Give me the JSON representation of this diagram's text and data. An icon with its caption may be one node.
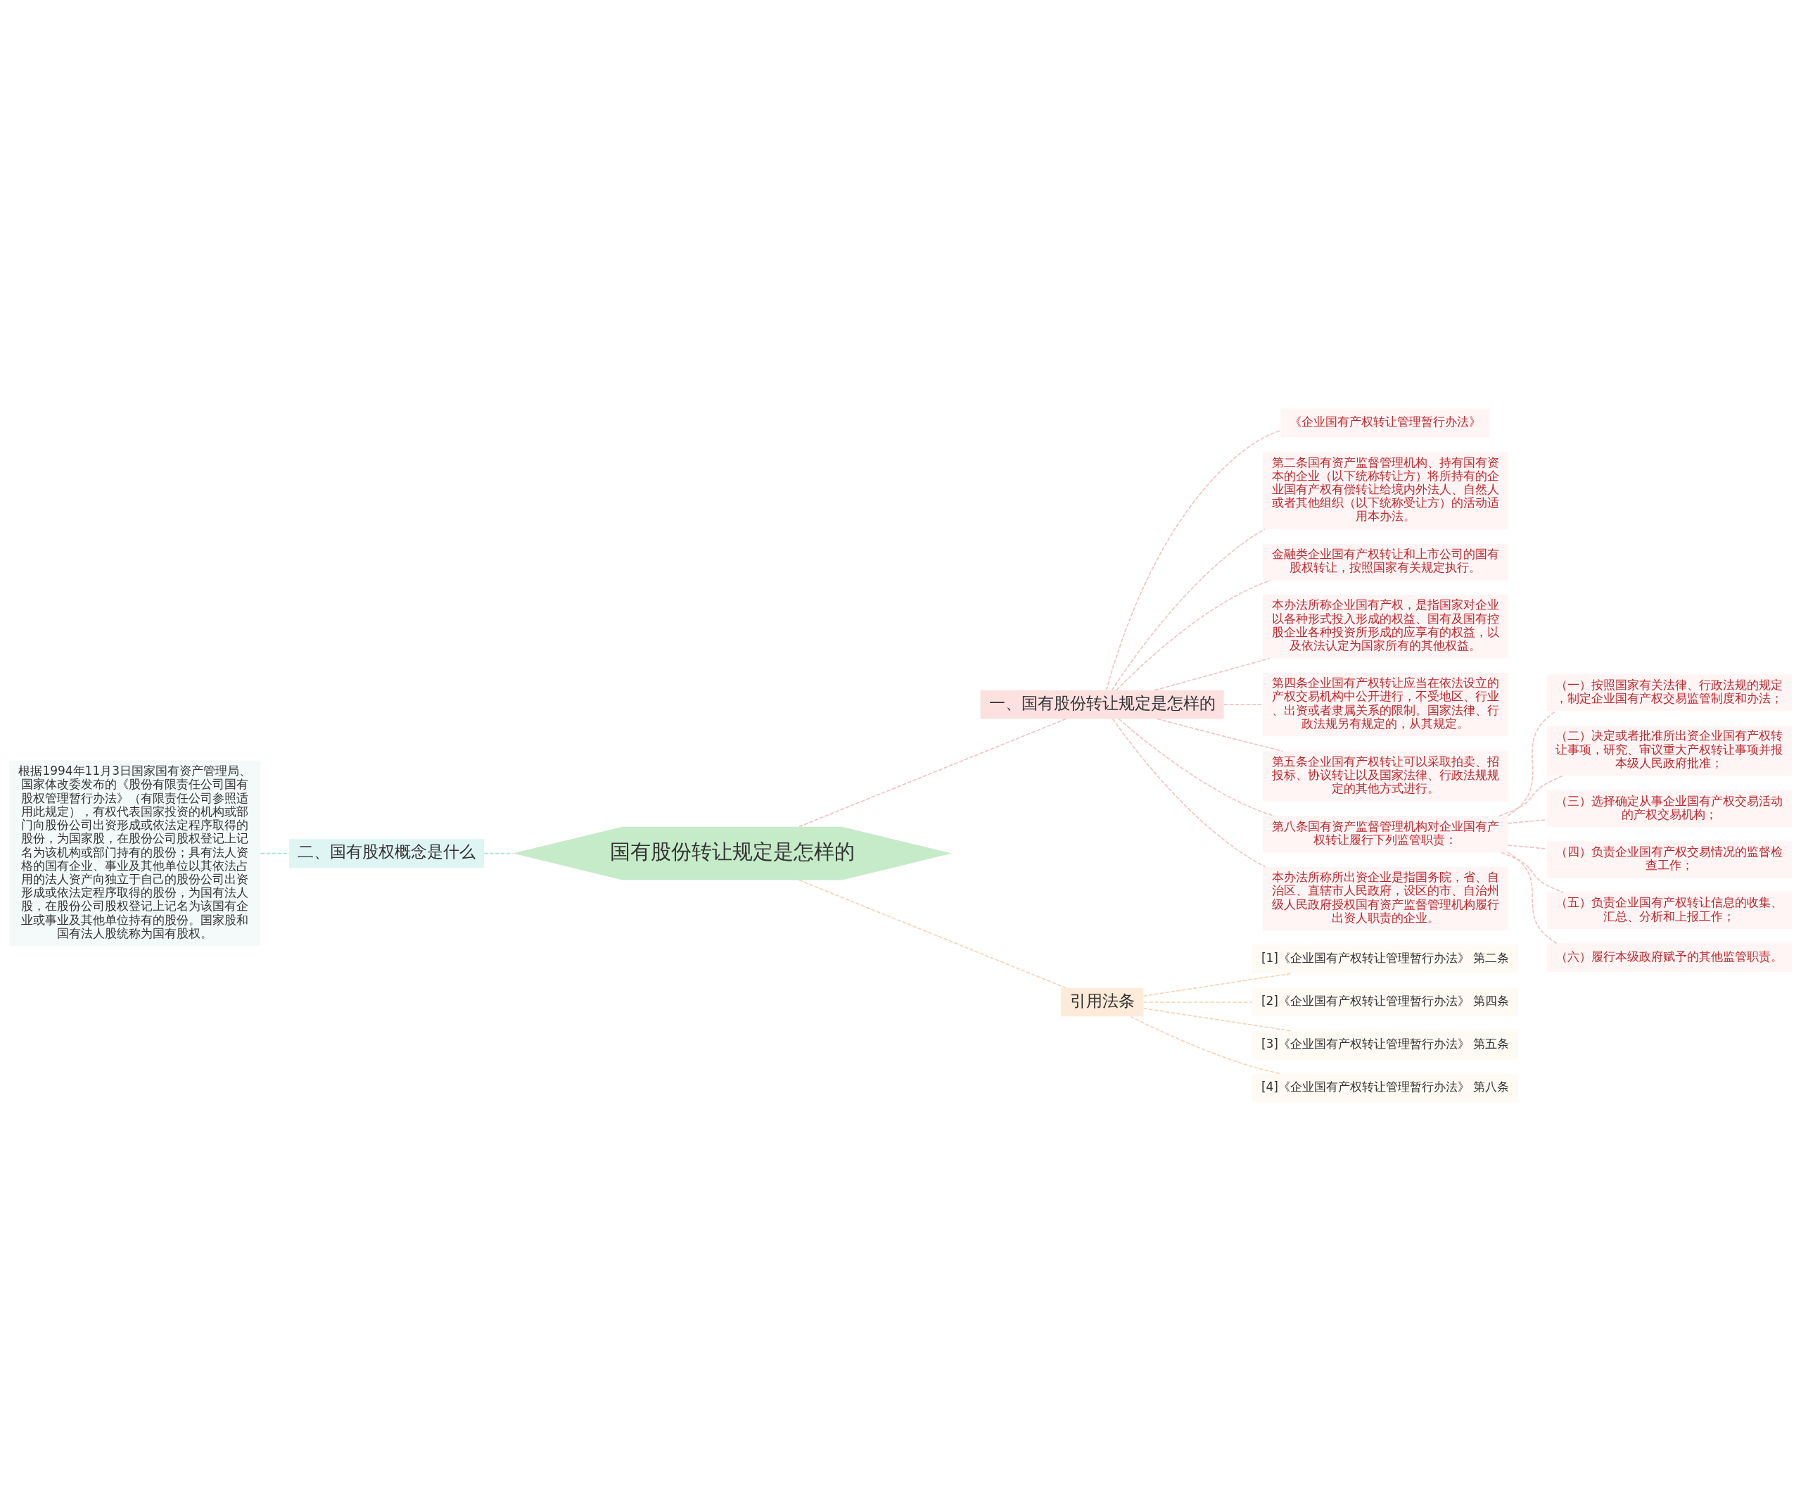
{
  "diagram": {
    "nodes": [
      {
        "text": [
          "国有股份转让规定是怎样的"
        ]
      },
      {
        "text": [
          "二、国有股权概念是什么"
        ]
      },
      {
        "text": [
          "根据1994年11月3日国家国有资产管理局、国家体改委发布的《股份有限责任公司国有股权管理暂行办法》（有限责任公司参照适用此规定），有权代表国家投资的机构或部门向股份公司出资形成或依法定程序取得的股份，为国家股，在股份公司股权登记上记名为该机构或部门持有的股份；具有法人资格的国有企业、事业及其他单位以其依法占用的法人资产向独立于自己的股份公司出资形成或依法定程序取得的股份，为国有法人股，在股份公司股权登记上记名为该国有企业或事业及其他单位持有的股份。国家股和国有法人股统称为国有股权。"
        ]
      },
      {
        "text": [
          "一、国有股份转让规定是怎样的"
        ]
      },
      {
        "text": [
          "《企业国有产权转让管理暂行办法》"
        ]
      },
      {
        "text": [
          "第二条国有资产监督管理机构、持有国有资本的企业（以下统称转让方）将所持有的企业国有产权有偿转让给境内外法人、自然人或者其他组织（以下统称受让方）的活动适用本办法。"
        ]
      },
      {
        "text": [
          "金融类企业国有产权转让和上市公司的国有股权转让，按照国家有关规定执行。"
        ]
      },
      {
        "text": [
          "本办法所称企业国有产权，是指国家对企业以各种形式投入形成的权益、国有及国有控股企业各种投资所形成的应享有的权益，以及依法认定为国家所有的其他权益。"
        ]
      },
      {
        "text": [
          "第四条企业国有产权转让应当在依法设立的产权交易机构中公开进行，不受地区、行业、出资或者隶属关系的限制。国家法律、行政法规另有规定的，从其规定。"
        ]
      },
      {
        "text": [
          "第五条企业国有产权转让可以采取拍卖、招投标、协议转让以及国家法律、行政法规规定的其他方式进行。"
        ]
      },
      {
        "text": [
          "第八条国有资产监督管理机构对企业国有产权转让履行下列监管职责："
        ]
      },
      {
        "text": [
          "（一）按照国家有关法律、行政法规的规定，制定企业国有产权交易监管制度和办法；"
        ]
      },
      {
        "text": [
          "（二）决定或者批准所出资企业国有产权转让事项，研究、审议重大产权转让事项并报本级人民政府批准；"
        ]
      },
      {
        "text": [
          "（三）选择确定从事企业国有产权交易活动的产权交易机构；"
        ]
      },
      {
        "text": [
          "（四）负责企业国有产权交易情况的监督检查工作；"
        ]
      },
      {
        "text": [
          "（五）负责企业国有产权转让信息的收集、汇总、分析和上报工作；"
        ]
      },
      {
        "text": [
          "（六）履行本级政府赋予的其他监管职责。"
        ]
      },
      {
        "text": [
          "本办法所称所出资企业是指国务院，省、自治区、直辖市人民政府，设区的市、自治州级人民政府授权国有资产监督管理机构履行出资人职责的企业。"
        ]
      },
      {
        "text": [
          "引用法条"
        ]
      },
      {
        "text": [
          "[1]《企业国有产权转让管理暂行办法》 第二条"
        ]
      },
      {
        "text": [
          "[2]《企业国有产权转让管理暂行办法》 第四条"
        ]
      },
      {
        "text": [
          "[3]《企业国有产权转让管理暂行办法》 第五条"
        ]
      },
      {
        "text": [
          "[4]《企业国有产权转让管理暂行办法》 第八条"
        ]
      }
    ],
    "edges": [
      {
        "from": 0,
        "to": 1,
        "arrow": "none",
        "style": "dashed",
        "color": "#a8e0dc"
      },
      {
        "from": 1,
        "to": 2,
        "arrow": "none",
        "style": "dashed",
        "color": "#a8e0dc"
      },
      {
        "from": 0,
        "to": 3,
        "arrow": "none",
        "style": "dashed"
      },
      {
        "from": 3,
        "to": 4,
        "arrow": "none",
        "style": "dashed"
      },
      {
        "from": 3,
        "to": 5,
        "arrow": "none",
        "style": "dashed"
      },
      {
        "from": 3,
        "to": 6,
        "arrow": "none",
        "style": "dashed"
      },
      {
        "from": 3,
        "to": 7,
        "arrow": "none",
        "style": "dashed"
      },
      {
        "from": 3,
        "to": 8,
        "arrow": "none",
        "style": "dashed"
      },
      {
        "from": 3,
        "to": 9,
        "arrow": "none",
        "style": "dashed"
      },
      {
        "from": 3,
        "to": 10,
        "arrow": "none",
        "style": "dashed"
      },
      {
        "from": 10,
        "to": 11,
        "arrow": "none",
        "style": "dashed"
      },
      {
        "from": 10,
        "to": 12,
        "arrow": "none",
        "style": "dashed"
      },
      {
        "from": 10,
        "to": 13,
        "arrow": "none",
        "style": "dashed"
      },
      {
        "from": 10,
        "to": 14,
        "arrow": "none",
        "style": "dashed"
      },
      {
        "from": 10,
        "to": 15,
        "arrow": "none",
        "style": "dashed"
      },
      {
        "from": 10,
        "to": 16,
        "arrow": "none",
        "style": "dashed"
      },
      {
        "from": 3,
        "to": 17,
        "arrow": "none",
        "style": "dashed"
      },
      {
        "from": 0,
        "to": 18,
        "arrow": "none",
        "style": "dashed",
        "color": "#f8d4b4"
      },
      {
        "from": 18,
        "to": 19,
        "arrow": "none",
        "style": "dashed",
        "color": "#f8d4b4"
      },
      {
        "from": 18,
        "to": 20,
        "arrow": "none",
        "style": "dashed",
        "color": "#f8d4b4"
      },
      {
        "from": 18,
        "to": 21,
        "arrow": "none",
        "style": "dashed",
        "color": "#f8d4b4"
      },
      {
        "from": 18,
        "to": 22,
        "arrow": "none",
        "style": "dashed",
        "color": "#f8d4b4"
      }
    ]
  }
}
